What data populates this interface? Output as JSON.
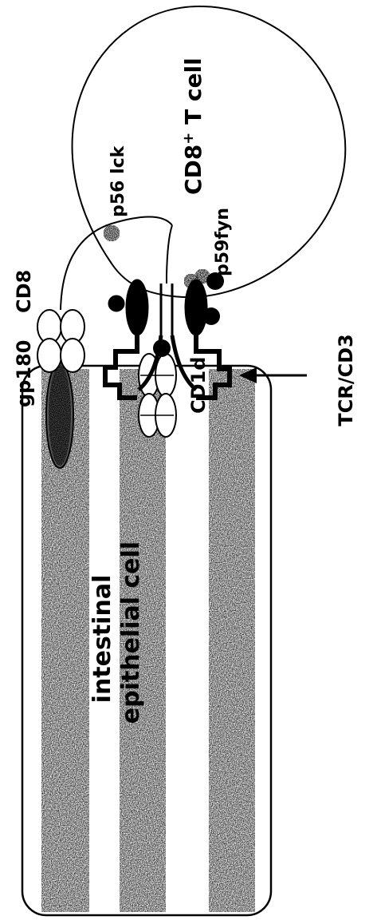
{
  "labels": {
    "t_cell": "CD8+ T cell",
    "t_cell_main": "CD8",
    "t_cell_sup": "+",
    "t_cell_rest": " T cell",
    "p56": "p56 lck",
    "p59": "p59fyn",
    "cd8": "CD8",
    "gp180": "gp180",
    "cd1d": "CD1d",
    "tcr": "TCR/CD3",
    "epi_line1": "intestinal",
    "epi_line2": "epithelial cell"
  },
  "colors": {
    "ink": "#000000",
    "stipple": "#777777",
    "background": "#ffffff"
  }
}
